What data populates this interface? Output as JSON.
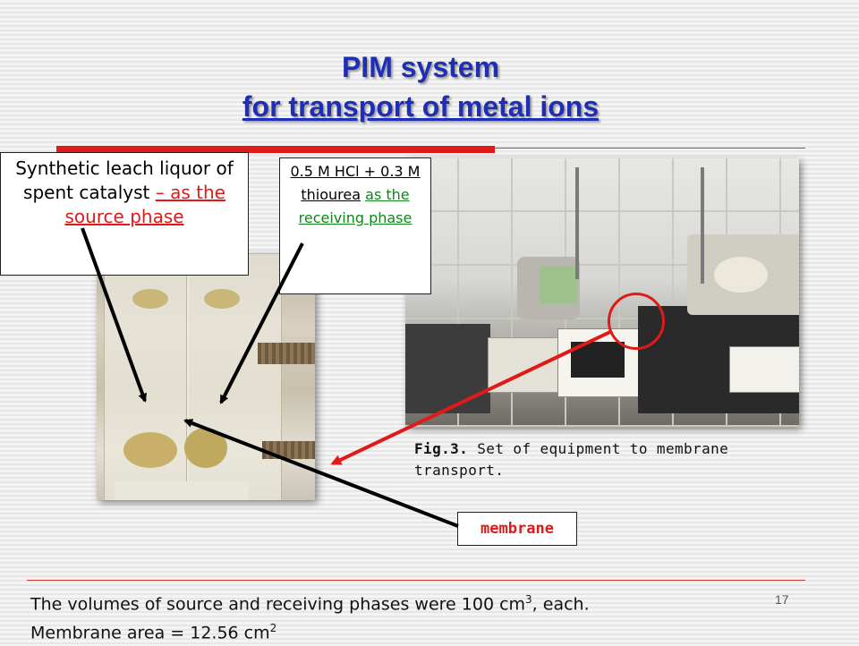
{
  "slide": {
    "title_line1": "PIM system",
    "title_line2": "for transport of metal ions",
    "page_number": "17",
    "colors": {
      "title": "#1f2fb5",
      "accent_red": "#e01919",
      "accent_green": "#10861a"
    }
  },
  "source_box": {
    "text_plain": "Synthetic leach liquor of spent catalyst",
    "text_highlight": "– as the source phase"
  },
  "receiving_box": {
    "text_plain": "0.5 M HCl + 0.3 M thiourea",
    "text_highlight": "as the receiving phase"
  },
  "figure": {
    "caption_label": "Fig.3.",
    "caption_text": "Set of equipment to membrane transport."
  },
  "membrane_label": "membrane",
  "footer": {
    "line1_prefix": "The volumes of source and receiving phases were 100 cm",
    "line1_sup": "3",
    "line1_suffix": ", each.",
    "line2_prefix": "Membrane area = 12.56 cm",
    "line2_sup": "2"
  }
}
